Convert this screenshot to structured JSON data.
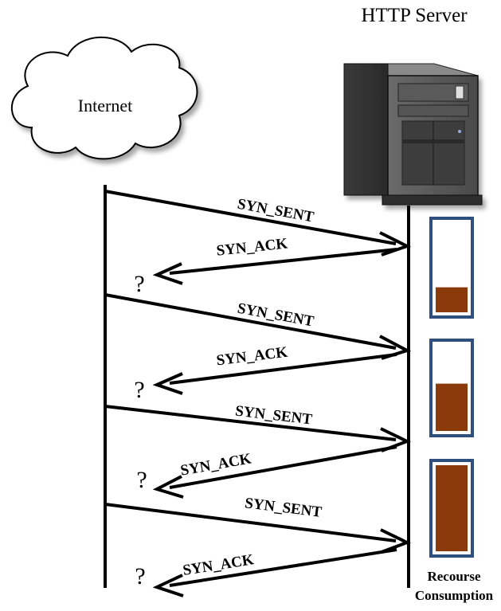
{
  "server": {
    "title": "HTTP Server"
  },
  "cloud": {
    "label": "Internet"
  },
  "exchanges": [
    {
      "request": "SYN_SENT",
      "response": "SYN_ACK",
      "unanswered": "?"
    },
    {
      "request": "SYN_SENT",
      "response": "SYN_ACK",
      "unanswered": "?"
    },
    {
      "request": "SYN_SENT",
      "response": "SYN_ACK",
      "unanswered": "?"
    },
    {
      "request": "SYN_SENT",
      "response": "SYN_ACK",
      "unanswered": "?"
    }
  ],
  "resource_gauge": {
    "caption_line1": "Recourse",
    "caption_line2": "Consumption",
    "fill_levels": [
      0.28,
      0.55,
      1.0
    ],
    "fill_color": "#8b3a0c",
    "border_color": "#2f4f7f"
  }
}
